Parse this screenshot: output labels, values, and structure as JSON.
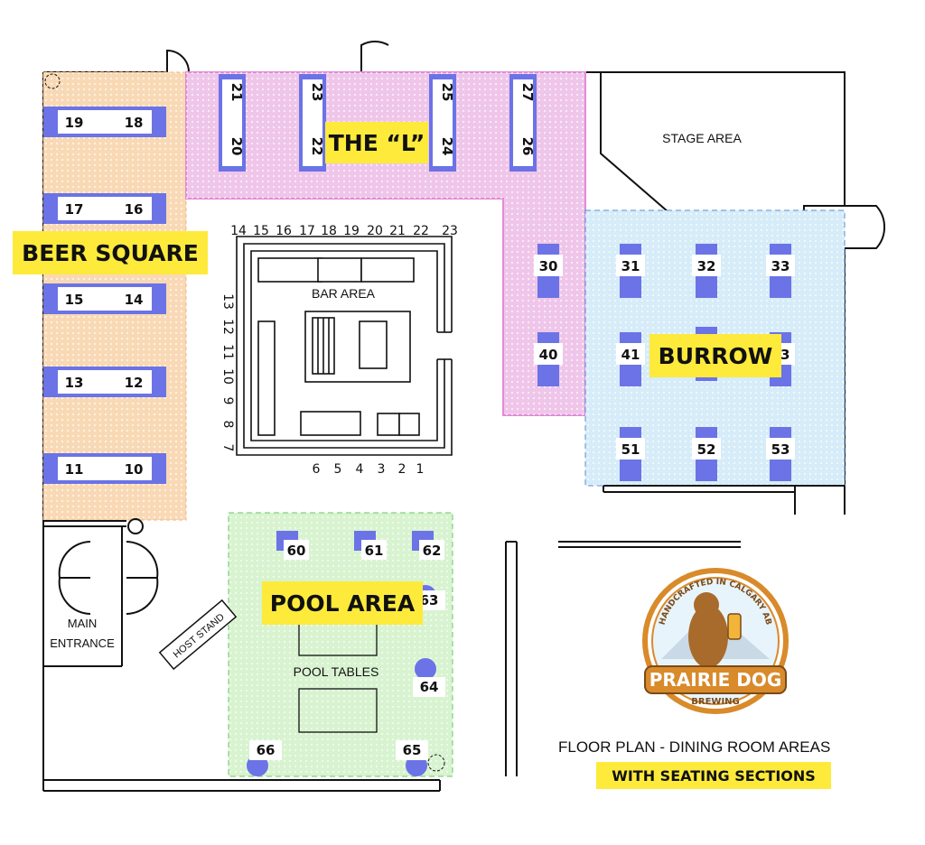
{
  "areas": {
    "beer_square": "BEER SQUARE",
    "the_l": "THE “L”",
    "burrow": "BURROW",
    "pool_area": "POOL AREA"
  },
  "labels": {
    "stage_area": "STAGE AREA",
    "bar_area": "BAR AREA",
    "pool_tables": "POOL TABLES",
    "main_entrance_line1": "MAIN",
    "main_entrance_line2": "ENTRANCE",
    "host_stand": "HOST STAND"
  },
  "caption": {
    "line1": "FLOOR PLAN - DINING ROOM AREAS",
    "line2": "WITH SEATING SECTIONS"
  },
  "logo": {
    "arc_text": "HANDCRAFTED IN CALGARY AB",
    "brand": "PRAIRIE DOG",
    "sub": "BREWING"
  },
  "bar_seats": {
    "top": [
      "14",
      "15",
      "16",
      "17",
      "18",
      "19",
      "20",
      "21",
      "22",
      "23"
    ],
    "left": [
      "13",
      "12",
      "11",
      "10",
      "9",
      "8",
      "7"
    ],
    "bottom": [
      "6",
      "5",
      "4",
      "3",
      "2",
      "1"
    ]
  },
  "tables": {
    "beer_square": [
      [
        "19",
        "18"
      ],
      [
        "17",
        "16"
      ],
      [
        "15",
        "14"
      ],
      [
        "13",
        "12"
      ],
      [
        "11",
        "10"
      ]
    ],
    "the_l": [
      [
        "21",
        "20"
      ],
      [
        "23",
        "22"
      ],
      [
        "25",
        "24"
      ],
      [
        "27",
        "26"
      ]
    ],
    "the_l_side": [
      "30",
      "40"
    ],
    "burrow": [
      "31",
      "32",
      "33",
      "41",
      "43",
      "51",
      "52",
      "53"
    ],
    "pool": [
      "60",
      "61",
      "62",
      "63",
      "64",
      "65",
      "66"
    ]
  },
  "colors": {
    "beer_square_fill": "#f9d9b5",
    "the_l_fill": "#efc6ea",
    "burrow_fill": "#d6ecf8",
    "pool_fill": "#d8f3cf",
    "table_blue": "#6b73e6",
    "highlight": "#fdea3b"
  }
}
